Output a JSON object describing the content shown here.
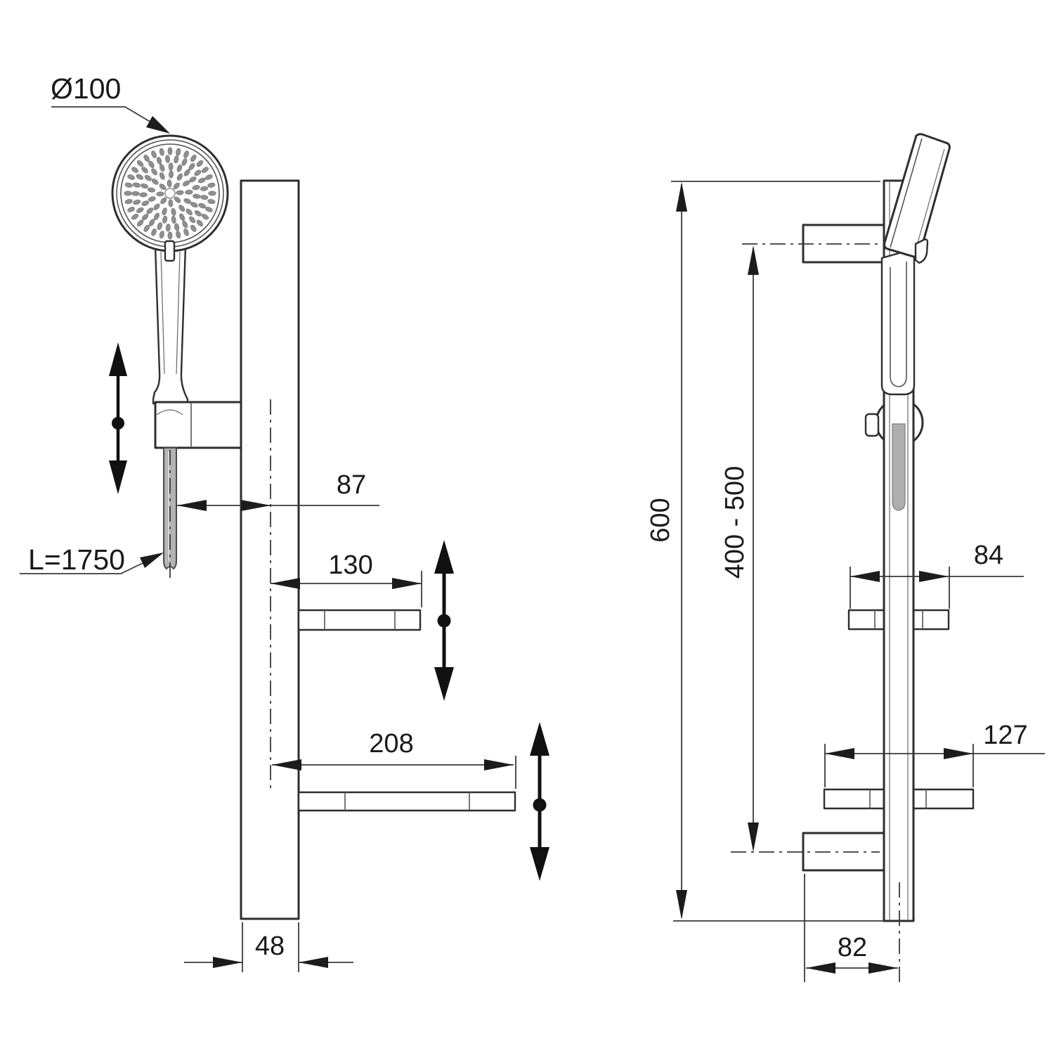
{
  "front_view": {
    "label_head_diameter": "Ø100",
    "label_hose_length": "L=1750",
    "dim_hose_to_rail_center": "87",
    "dim_small_shelf_width": "130",
    "dim_large_shelf_width": "208",
    "dim_rail_width": "48"
  },
  "side_view": {
    "dim_total_height": "600",
    "dim_bracket_spacing": "400 - 500",
    "dim_small_shelf_depth": "84",
    "dim_large_shelf_depth": "127",
    "dim_rail_center_to_bracket": "82"
  }
}
